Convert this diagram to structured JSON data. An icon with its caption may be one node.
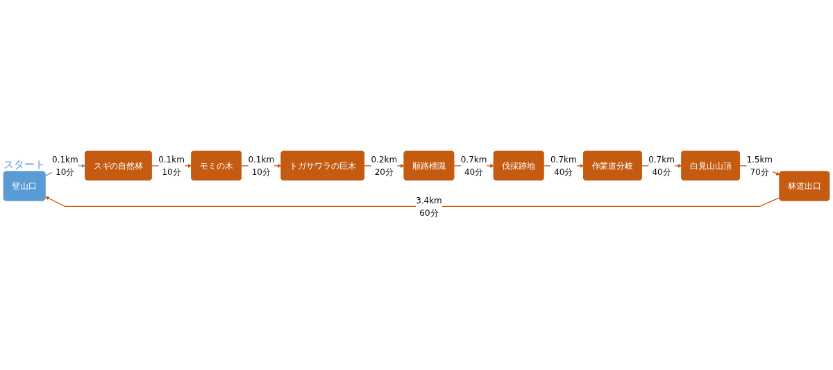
{
  "diagram": {
    "nodes": [
      {
        "text": [
          "登山口"
        ],
        "beside": [
          "スタート"
        ]
      },
      {
        "text": [
          "スギの自然林"
        ]
      },
      {
        "text": [
          "モミの木"
        ]
      },
      {
        "text": [
          "トガサワラの巨木"
        ]
      },
      {
        "text": [
          "順路標識"
        ]
      },
      {
        "text": [
          "伐採跡地"
        ]
      },
      {
        "text": [
          "作業道分岐"
        ]
      },
      {
        "text": [
          "白見山山頂"
        ]
      },
      {
        "text": [
          "林道出口"
        ]
      }
    ],
    "edges": [
      {
        "from": 0,
        "to": 1,
        "arrow": "to",
        "label": "0.1km 10分",
        "color": "#5b9bd5"
      },
      {
        "from": 1,
        "to": 2,
        "arrow": "to",
        "label": "0.1km 10分"
      },
      {
        "from": 2,
        "to": 3,
        "arrow": "to",
        "label": "0.1km 10分"
      },
      {
        "from": 3,
        "to": 4,
        "arrow": "to",
        "label": "0.2km 20分"
      },
      {
        "from": 4,
        "to": 5,
        "arrow": "to",
        "label": "0.7km 40分"
      },
      {
        "from": 5,
        "to": 6,
        "arrow": "to",
        "label": "0.7km 40分"
      },
      {
        "from": 6,
        "to": 7,
        "arrow": "to",
        "label": "0.7km 40分"
      },
      {
        "from": 7,
        "to": 8,
        "arrow": "to",
        "label": "1.5km 70分"
      },
      {
        "from": 8,
        "to": 0,
        "arrow": "to",
        "label": "3.4km 60分"
      }
    ]
  }
}
